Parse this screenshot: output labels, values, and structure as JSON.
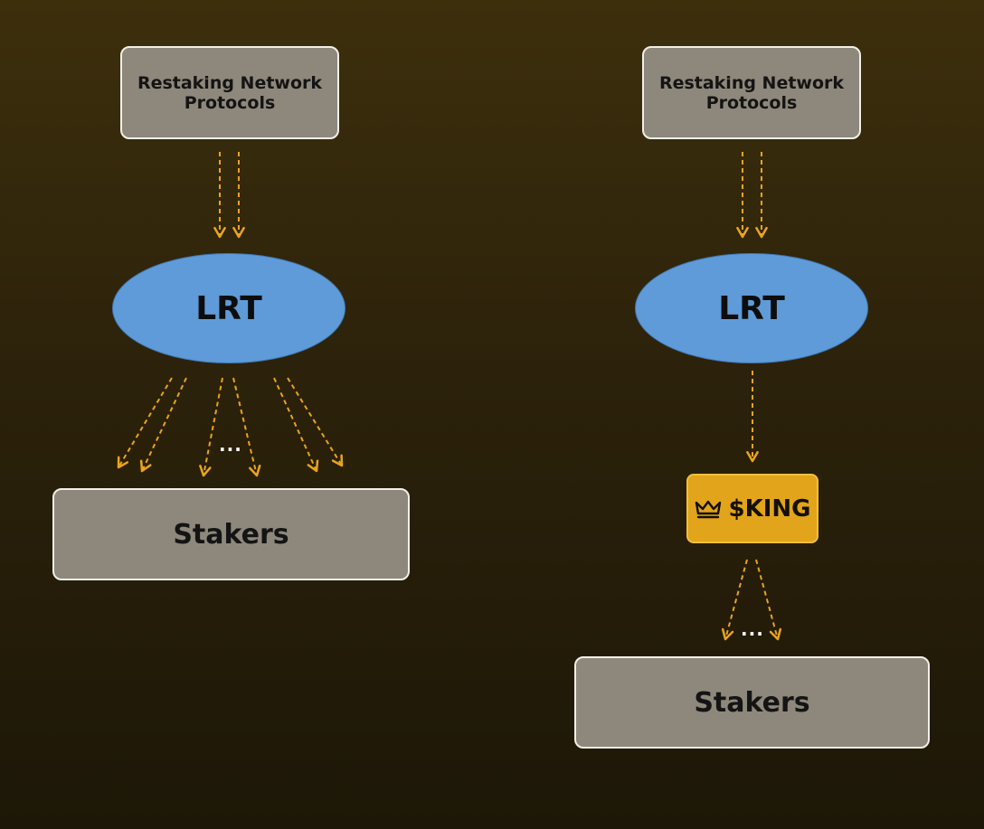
{
  "colors": {
    "arrow": "#e8a41e",
    "ellipse": "#5f9bd8",
    "box": "#8e877b",
    "badge": "#e1a41b"
  },
  "left": {
    "protocols": "Restaking Network Protocols",
    "lrt": "LRT",
    "ellipsis": "...",
    "stakers": "Stakers"
  },
  "right": {
    "protocols": "Restaking Network Protocols",
    "lrt": "LRT",
    "token_icon": "crown-icon",
    "token": "$KING",
    "ellipsis": "...",
    "stakers": "Stakers"
  }
}
